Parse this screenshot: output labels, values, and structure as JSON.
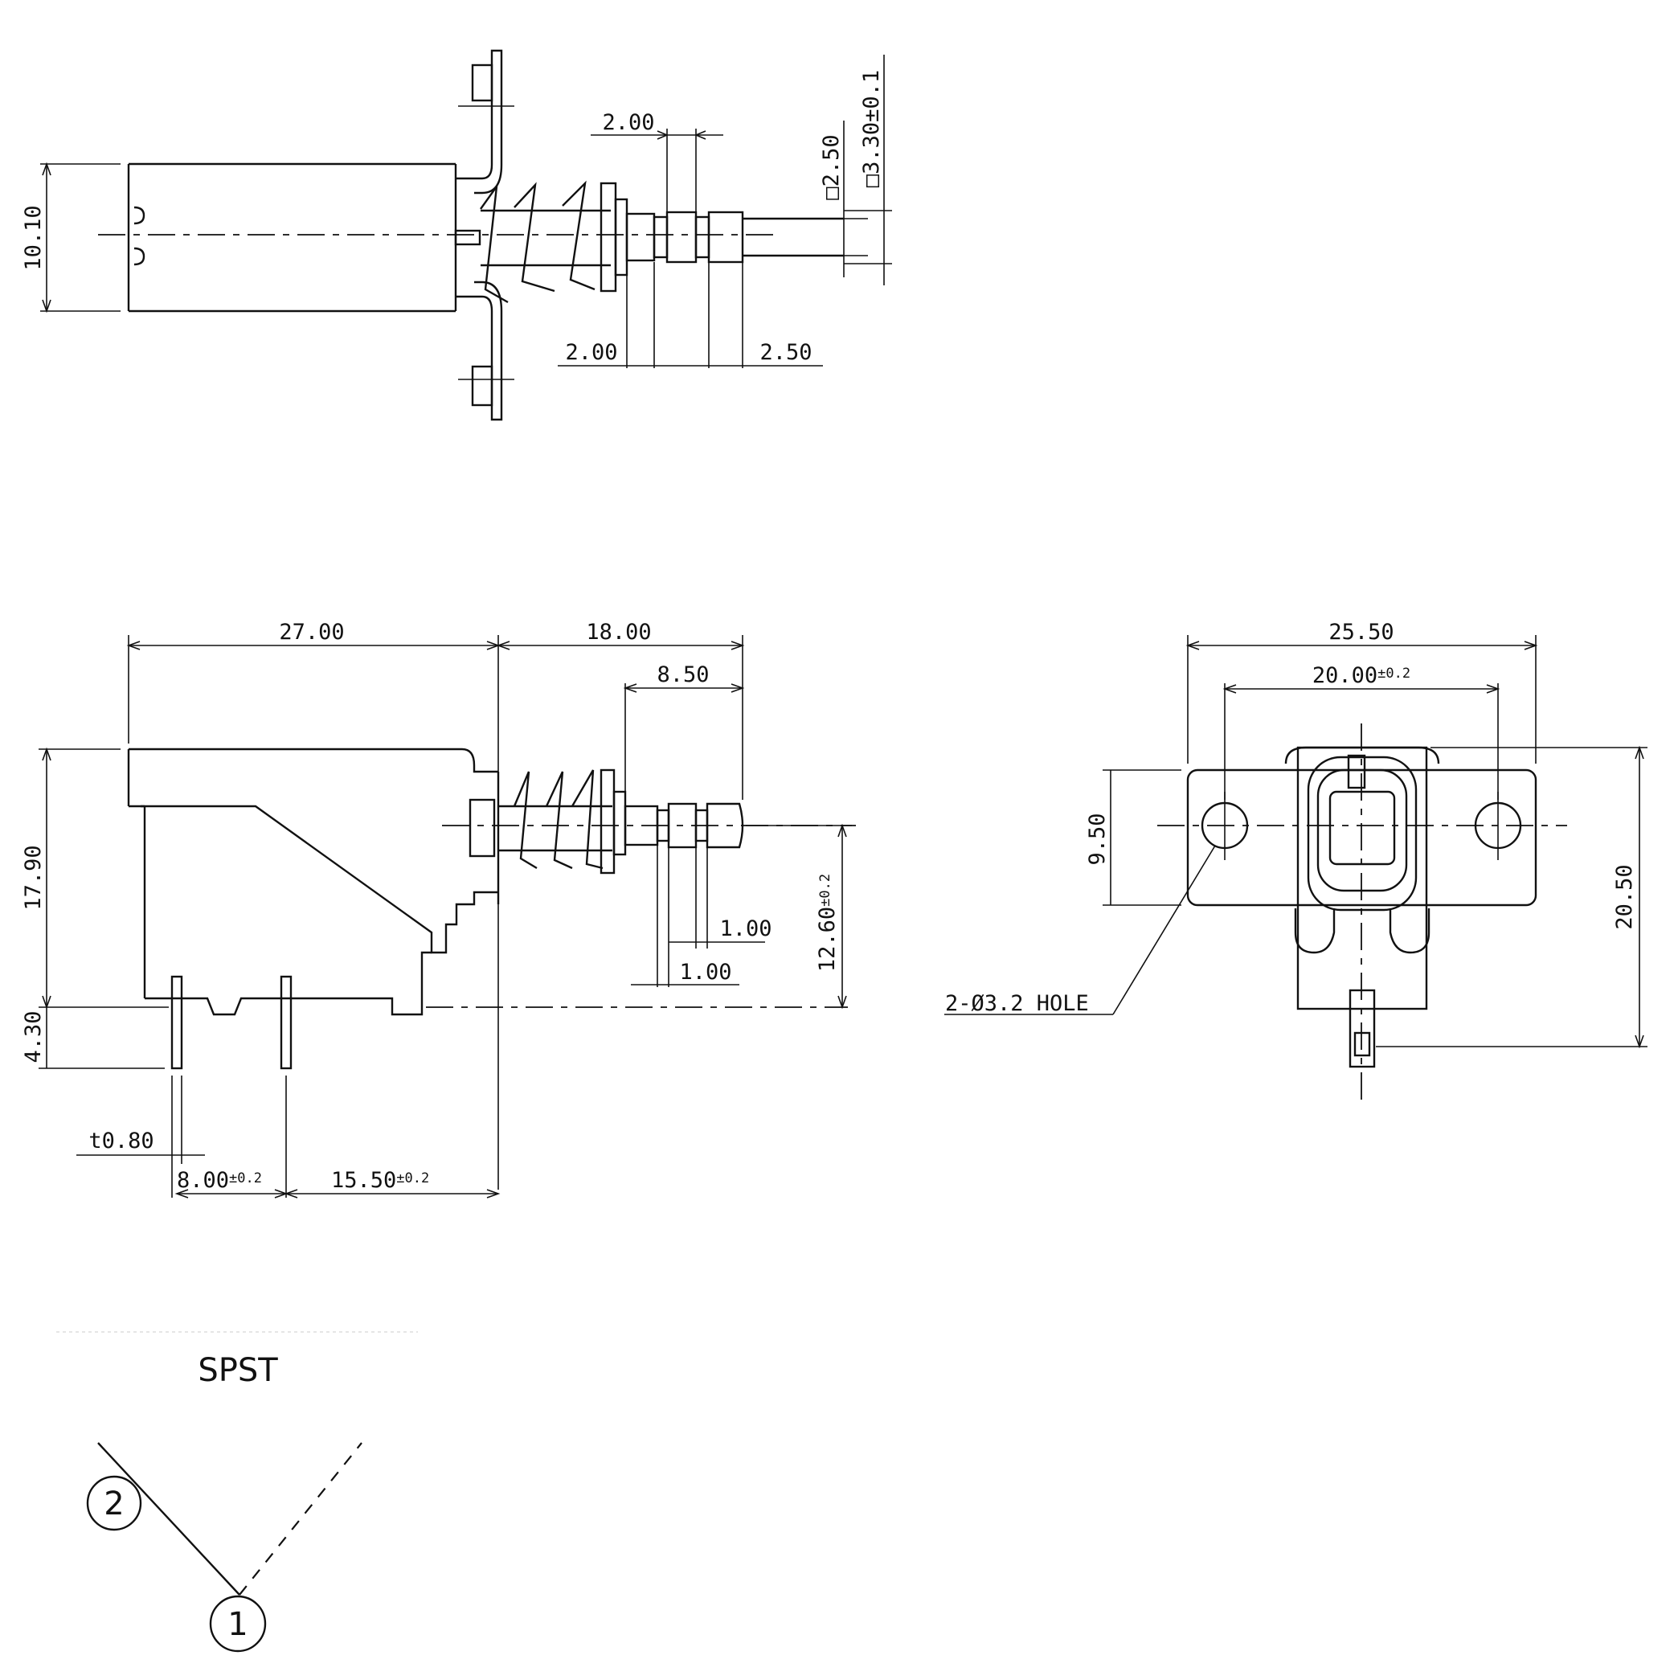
{
  "top_view": {
    "dim_height": "10.10",
    "dim_top_pitch": "2.00",
    "dim_sq_250": "□2.50",
    "dim_sq_330": "□3.30±0.1",
    "dim_bottom_left": "2.00",
    "dim_bottom_right": "2.50"
  },
  "side_view": {
    "dim_body_length": "27.00",
    "dim_stroke_length": "18.00",
    "dim_cap_length": "8.50",
    "dim_height": "17.90",
    "dim_pin_length": "4.30",
    "dim_axis_height": "12.60",
    "dim_axis_tol": "±0.2",
    "dim_cap_a": "1.00",
    "dim_cap_b": "1.00",
    "dim_pin_thickness": "t0.80",
    "dim_pin_pitch": "8.00",
    "dim_pin_pitch_tol": "±0.2",
    "dim_pin_to_front": "15.50",
    "dim_pin_to_front_tol": "±0.2"
  },
  "front_view": {
    "dim_flange_width": "25.50",
    "dim_hole_pitch": "20.00",
    "dim_hole_pitch_tol": "±0.2",
    "dim_flange_height": "9.50",
    "dim_total_height": "20.50",
    "hole_callout": "2-Ø3.2 HOLE"
  },
  "schematic": {
    "title": "SPST",
    "terminal_1": "1",
    "terminal_2": "2"
  }
}
